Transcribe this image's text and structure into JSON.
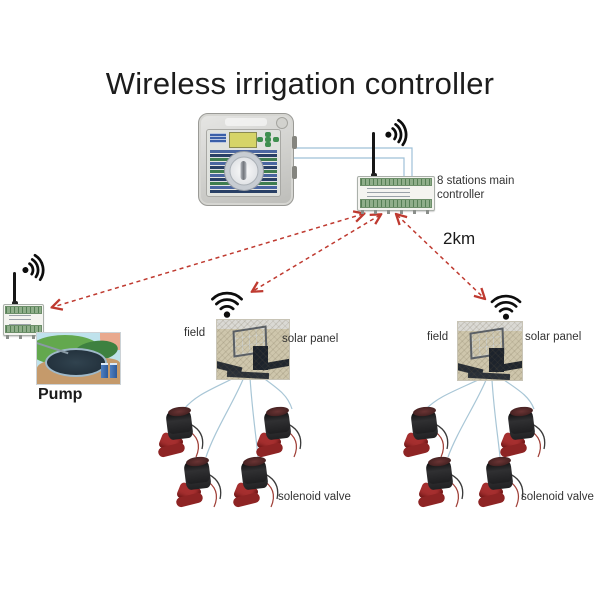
{
  "title": "Wireless irrigation controller",
  "hub": {
    "label": "8 stations main controller",
    "distance": "2km"
  },
  "pump_station": {
    "label": "Pump"
  },
  "stations": [
    {
      "field_label": "field",
      "solar_label": "solar panel",
      "valve_label": "solenoid valve"
    },
    {
      "field_label": "field",
      "solar_label": "solar panel",
      "valve_label": "solenoid valve"
    }
  ],
  "icons": {
    "hub_signal": "wifi-broadcast-icon",
    "pump_signal": "wifi-broadcast-icon",
    "field_signal": "wifi-icon",
    "antenna": "antenna-icon"
  },
  "colors": {
    "arrow_red": "#bf3a30",
    "link_blue": "#9fc0d8",
    "wire_blue": "#a8c6d6",
    "wifi_black": "#0d0d0d"
  }
}
